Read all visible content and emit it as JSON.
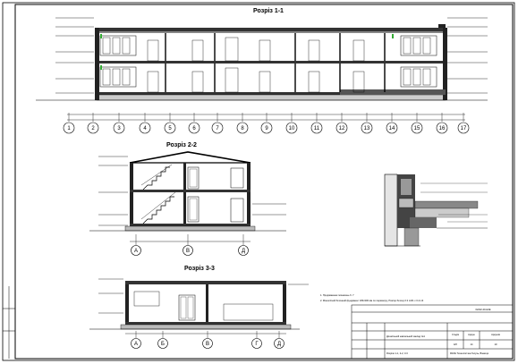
{
  "sections": {
    "s11": {
      "title": "Розріз 1-1"
    },
    "s22": {
      "title": "Розріз 2-2"
    },
    "s33": {
      "title": "Розріз 3-3"
    }
  },
  "axes": {
    "numbers": [
      "1",
      "2",
      "3",
      "4",
      "5",
      "6",
      "7",
      "8",
      "9",
      "10",
      "11",
      "12",
      "13",
      "14",
      "15",
      "16",
      "17"
    ],
    "letters_s22": [
      "А",
      "В",
      "Д"
    ],
    "letters_s33": [
      "А",
      "Б",
      "В",
      "Г",
      "Д"
    ]
  },
  "notes": {
    "n1": "1. Продовження позначень б. 7",
    "n2": "2. Монолітний бетонний фундамент 180x300 мм по периметру, Розпор бетону 0.3 m3/1 x 0.4 m3"
  },
  "title_block": {
    "project": "Дошкільний навчальний заклад №1",
    "sheet_title": "Розрізи 1-1, 2-2, 3-3",
    "org": "ФАУЕ Технологічна Галузь, Вінниця",
    "code": "02222-20-НКЕ",
    "stage": "ЕП",
    "sheet": "14",
    "sheets": "19",
    "stage_label": "Стадія",
    "sheet_label": "Аркуш",
    "sheets_label": "Аркушів"
  }
}
